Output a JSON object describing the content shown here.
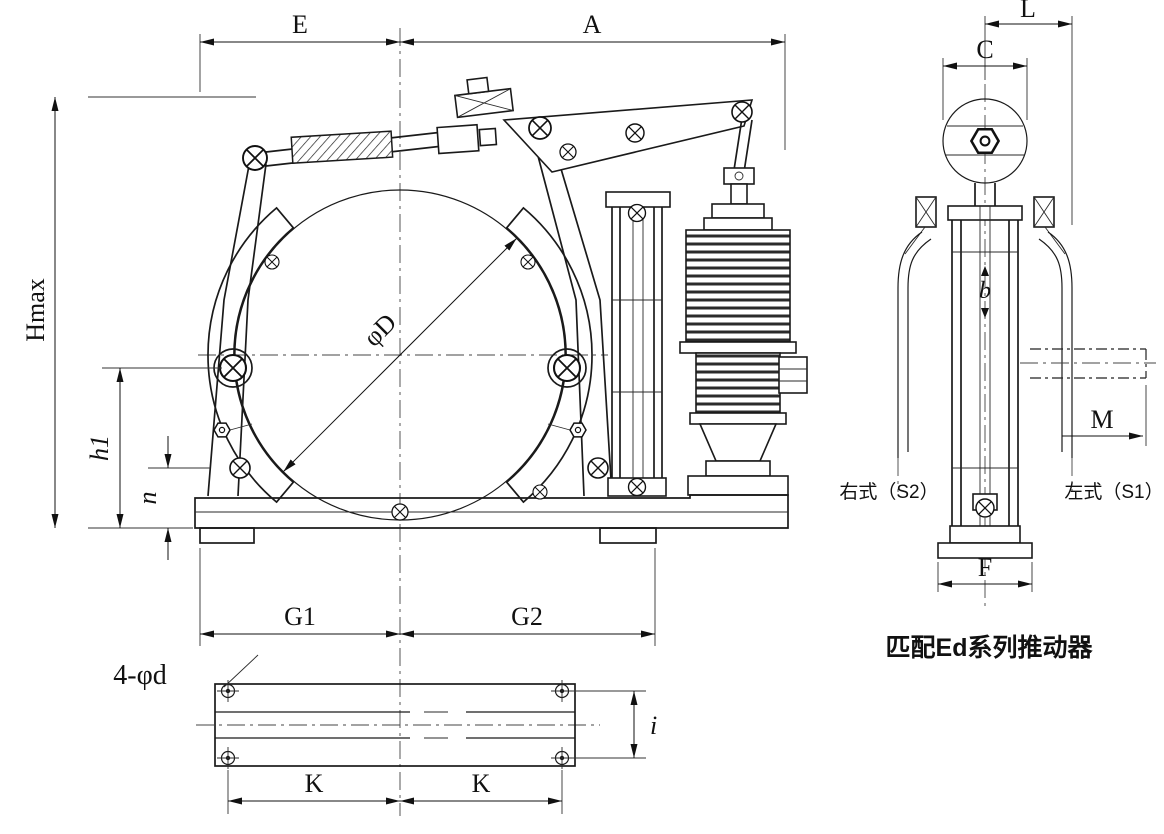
{
  "front_view": {
    "dims": {
      "top_left": "E",
      "top_right": "A",
      "height_max": "Hmax",
      "height_h1": "h1",
      "height_n": "n",
      "drum_diameter": "φD",
      "bottom_left": "G1",
      "bottom_right": "G2"
    }
  },
  "side_view": {
    "dims": {
      "top": "L",
      "head_width": "C",
      "shoe_width": "b",
      "shaft": "M",
      "base_width": "F"
    },
    "labels": {
      "right_type": "右式（S2）",
      "left_type": "左式（S1）"
    },
    "caption": "匹配Ed系列推动器"
  },
  "bottom_view": {
    "dims": {
      "holes": "4-φd",
      "k_left": "K",
      "k_right": "K",
      "row_spacing": "i"
    }
  }
}
